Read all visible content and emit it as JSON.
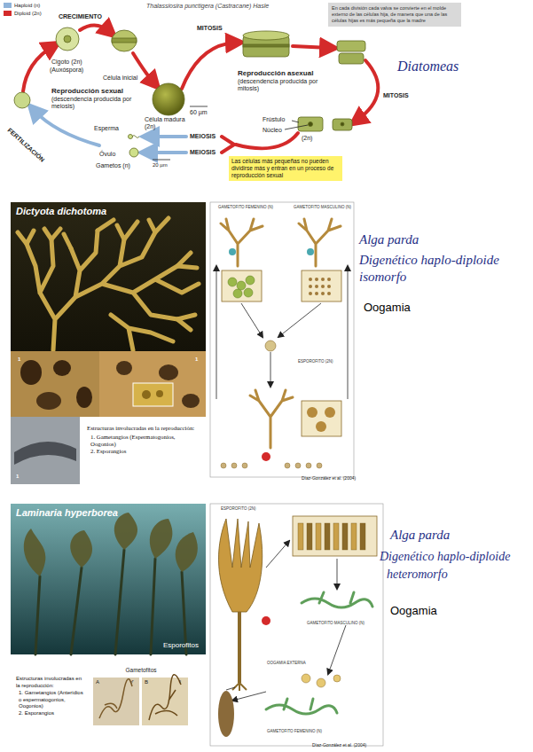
{
  "diagram": {
    "nodes": [
      {
        "text": [
          "En cada división cada valva se convierte en el molde externo de las células hija, de manera que una de las células hijas es más pequeña que la madre"
        ]
      },
      {
        "text": [
          "Las células más pequeñas no pueden dividirse más y entran en un proceso de reproducción sexual"
        ]
      },
      {
        "text": [
          "Dictyota dichotoma"
        ]
      },
      {
        "text": [
          "Estructuras involucradas en la reproducción:",
          "1. Gametangios (Espermatogonios, Oogonios)",
          "2. Esporangios"
        ],
        "in": 2
      },
      {
        "text": [
          "Laminaria hyperborea",
          "Esporofitos"
        ]
      },
      {
        "text": [
          "Estructuras involucradas en la reproducción:",
          "1. Gametangios (Anteridios o espermatogonios, Oogonios)",
          "2. Esporangios"
        ]
      },
      {
        "text": [
          "Gametofitos"
        ]
      }
    ],
    "labels": [
      "Thalassiosira punctigera (Castracane) Hasle",
      "CRECIMIENTO",
      "Cigoto (2n)",
      "(Auxóspora)",
      "Célula inicial",
      "Reproducción sexual",
      "(descendencia producida por meiosis)",
      "Célula madura (2n)",
      "60 µm",
      "MITOSIS",
      "Reproducción asexual",
      "(descendencia producida por mitosis)",
      "MITOSIS",
      "Frústulo",
      "Núcleo",
      "(2n)",
      "MEIOSIS",
      "MEIOSIS",
      "Esperma",
      "Óvulo",
      "Gametos (n)",
      "20 µm",
      "FERTILIZACIÓN",
      "Diatomeas",
      "1",
      "1",
      "1",
      "GAMETOFITO FEMENINO (N)",
      "GAMETOFITO MASCULINO (N)",
      "ESPOROFITO (2N)",
      "Díaz-González et al. (2004)",
      "Alga parda",
      "Digenético haplo-diploide",
      "isomorfo",
      "Oogamia",
      "A",
      "B",
      "♂",
      "♀",
      "ESPOROFITO (2N)",
      "GAMETOFITO MASCULINO (N)",
      "OOGAMIA EXTERNA",
      "GAMETOFITO FEMENINO (N)",
      "Díaz-González et al. (2004)",
      "Alga parda",
      "Digenético haplo-diploide",
      "heteromorfo",
      "Oogamia"
    ],
    "legend": [
      {
        "text": "Haploid (n)",
        "color": "#8fb3d9"
      },
      {
        "text": "Diploid (2n)",
        "color": "#d42a2a"
      }
    ]
  }
}
